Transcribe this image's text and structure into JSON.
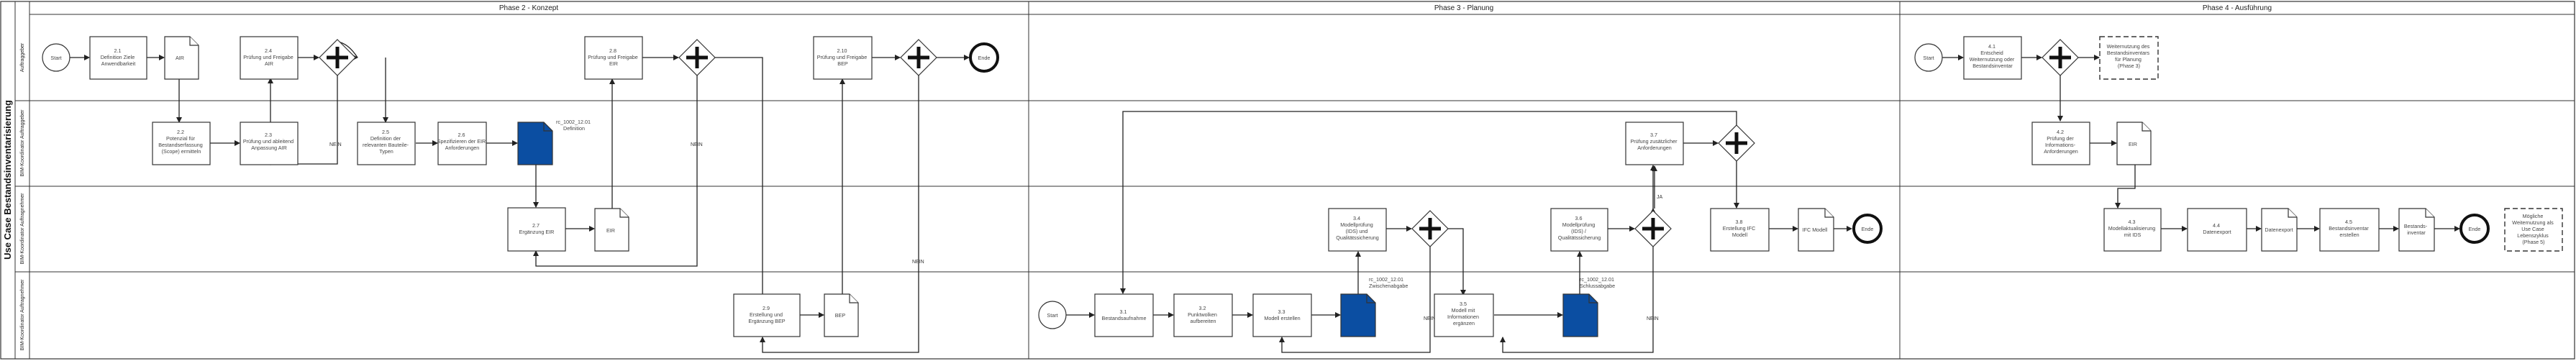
{
  "pool": {
    "title": "Use Case Bestandsinventarisierung"
  },
  "phases": [
    "Phase 2 - Konzept",
    "Phase 3 - Planung",
    "Phase 4 - Ausführung"
  ],
  "lanes": [
    "Auftraggeber",
    "BIM-Koordinator Auftraggeber",
    "BIM-Koordinator Auftragnehmer",
    "BIM-Koordinator Auftragnehmer"
  ],
  "nodes": {
    "start1": "Start",
    "t21": [
      "2.1",
      "Definition Ziele",
      "Anwendbarkeit"
    ],
    "air": "AIR",
    "t24": [
      "2.4",
      "Prüfung und Freigabe",
      "AIR"
    ],
    "end1": "Ende",
    "t28": [
      "2.8",
      "Prüfung und Freigabe",
      "EIR"
    ],
    "t210": [
      "2.10",
      "Prüfung und Freigabe",
      "BEP"
    ],
    "t22": [
      "2.2",
      "Potenzial für",
      "Bestandserfassung",
      "(Scope) ermitteln"
    ],
    "t23": [
      "2.3",
      "Prüfung und ableitend",
      "Anpassung AIR"
    ],
    "t25": [
      "2.5",
      "Definition der",
      "relevanten Bauteile-",
      "Typen"
    ],
    "t26": [
      "2.6",
      "Spezifizieren der EIR",
      "Anforderungen"
    ],
    "ddoc_label": [
      "rc_1002_12.01",
      "Definition"
    ],
    "t27": [
      "2.7",
      "Ergänzung EIR"
    ],
    "eir": "EIR",
    "t29": [
      "2.9",
      "Erstellung und",
      "Ergänzung BEP"
    ],
    "bep": "BEP",
    "start3": "Start",
    "t31": [
      "3.1",
      "Bestandsaufnahme"
    ],
    "t32": [
      "3.2",
      "Punktwolken",
      "aufbereiten"
    ],
    "t33": [
      "3.3",
      "Modell erstellen"
    ],
    "doc33_label": [
      "rc_1002_12.01",
      "Zwischenabgabe"
    ],
    "t34": [
      "3.4",
      "Modellprüfung",
      "(IDS) und",
      "Qualitätssicherung"
    ],
    "t35": [
      "3.5",
      "Modell mit",
      "Informationen",
      "ergänzen"
    ],
    "doc35_label": [
      "rc_1002_12.01",
      "Schlussabgabe"
    ],
    "t36": [
      "3.6",
      "Modellprüfung",
      "(IDS) /",
      "Qualitätssicherung"
    ],
    "t37": [
      "3.7",
      "Prüfung zusätzlicher",
      "Anforderungen"
    ],
    "t38": [
      "3.8",
      "Erstellung IFC",
      "Modell"
    ],
    "ifc": "IFC Modell",
    "end3": "Ende",
    "start4": "Start",
    "t41": [
      "4.1",
      "Entscheid",
      "Weiternutzung oder",
      "Bestandsinventar"
    ],
    "dash1": [
      "Weiternutzung des",
      "Bestandsinventars",
      "für Planung",
      "(Phase 3)"
    ],
    "t42": [
      "4.2",
      "Prüfung der",
      "Informations-",
      "Anforderungen"
    ],
    "eir4": "EIR",
    "t43": [
      "4.3",
      "Modellaktualisierung",
      "mit IDS"
    ],
    "t44": [
      "4.4",
      "Datenexport"
    ],
    "dexp": "Datenexport",
    "t45": [
      "4.5",
      "Bestandsinventar",
      "erstellen"
    ],
    "inv": [
      "Bestands-",
      "inventar"
    ],
    "end4": "Ende",
    "dash2": [
      "Mögliche",
      "Weiternutzung als",
      "Use Case",
      "Lebenszyklus",
      "(Phase 5)"
    ]
  },
  "labels": {
    "nein": "NEIN",
    "ja": "JA"
  }
}
